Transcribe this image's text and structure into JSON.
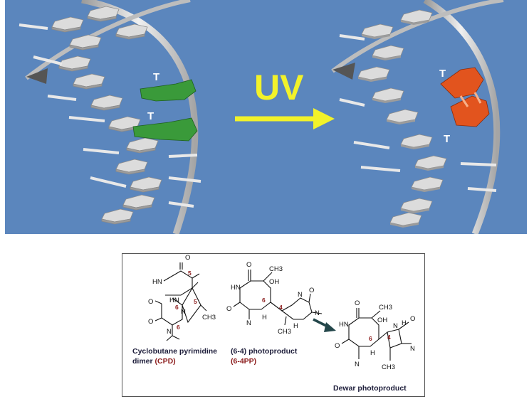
{
  "top": {
    "uv_label": "UV",
    "left_thymine_labels": [
      "T",
      "T"
    ],
    "right_thymine_labels": [
      "T",
      "T"
    ],
    "colors": {
      "background": "#5b86bd",
      "arrow": "#f2f22a",
      "normal_thymine": "#3a9a3a",
      "damaged_thymine": "#e2541e",
      "backbone": "#d8d8d8"
    }
  },
  "structures": {
    "cpd": {
      "caption_line1": "Cyclobutane pyrimidine",
      "caption_line2_prefix": "dimer ",
      "caption_line2_abbrev": "(CPD)",
      "atoms": {
        "o_top": "O",
        "hn_top": "HN",
        "o_left": "O",
        "hn_mid": "HN",
        "n_mid": "N",
        "o_mid": "O",
        "n_low": "N",
        "ch3_top": "",
        "ch3_right": "CH3"
      },
      "numbers": [
        "5",
        "6",
        "5",
        "6"
      ]
    },
    "pp64": {
      "caption_line1": "(6-4) photoproduct",
      "caption_line2": "(6-4PP)",
      "atoms": {
        "o_top": "O",
        "ch3": "CH3",
        "hn": "HN",
        "oh": "OH",
        "o_left": "O",
        "n": "N",
        "h": "H",
        "n_right": "N",
        "o_right": "O",
        "n_far": "N",
        "ch3_low": "CH3",
        "h_low": "H"
      },
      "numbers": [
        "6",
        "4"
      ]
    },
    "dewar": {
      "caption": "Dewar photoproduct",
      "atoms": {
        "o_top": "O",
        "ch3": "CH3",
        "hn": "HN",
        "oh": "OH",
        "o_left": "O",
        "n": "N",
        "h": "H",
        "n_bridge": "N",
        "h_bridge": "H",
        "o_right": "O",
        "n_right": "N",
        "ch3_low": "CH3"
      },
      "numbers": [
        "6",
        "4"
      ]
    }
  }
}
